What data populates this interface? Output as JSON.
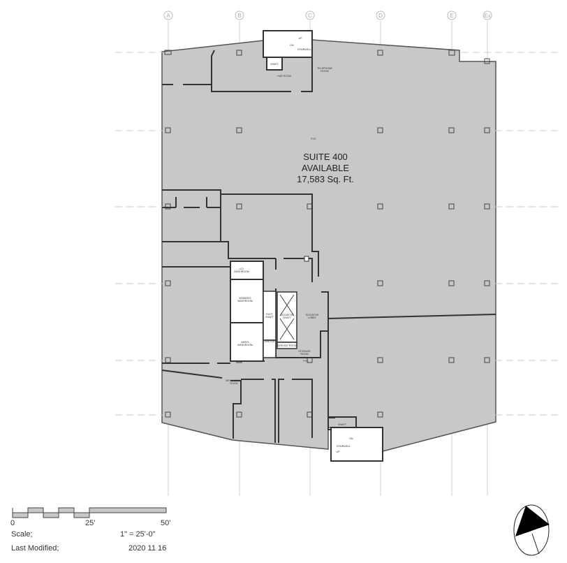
{
  "grid": {
    "columns": [
      "A",
      "B",
      "C",
      "D",
      "E",
      "Ex"
    ]
  },
  "suite": {
    "name": "SUITE 400",
    "status": "AVAILABLE",
    "area": "17,583 Sq. Ft."
  },
  "rooms": {
    "hub_room": "HUB ROOM",
    "stairwell_top": "STAIRWELL",
    "shaft_top": "SHAFT",
    "telephone_room": [
      "TELEPHONE",
      "ROOM"
    ],
    "ud_washroom": [
      "U.D.",
      "WASHROOM"
    ],
    "womens_washroom": [
      "WOMEN'S",
      "WASHROOM"
    ],
    "mens_washroom": [
      "MEN'S",
      "WASHROOM"
    ],
    "duct_shaft": [
      "DUCT",
      "SHAFT"
    ],
    "elevator_shaft": [
      "ELEVATOR",
      "SHAFT"
    ],
    "elevator_lobby": [
      "ELEVATOR",
      "LOBBY"
    ],
    "janitor": "JANITOR",
    "service_room": "SERVICE ROOM",
    "storage_room": [
      "STORAGE",
      "ROOM"
    ],
    "mechanical_room": [
      "MECHANICAL",
      "ROOM"
    ],
    "shaft_bottom": "SHAFT",
    "stairwell_bottom": "STAIRWELL",
    "fhc": "FHC",
    "up": "UP",
    "dn": "DN"
  },
  "legend": {
    "scale_ticks": [
      "0",
      "25'",
      "50'"
    ],
    "scale_label": "Scale;",
    "scale_value": "1\" = 25'-0\"",
    "modified_label": "Last Modified;",
    "modified_value": "2020 11 16"
  },
  "colors": {
    "floor": "#c8c8c8",
    "wall": "#333333"
  }
}
